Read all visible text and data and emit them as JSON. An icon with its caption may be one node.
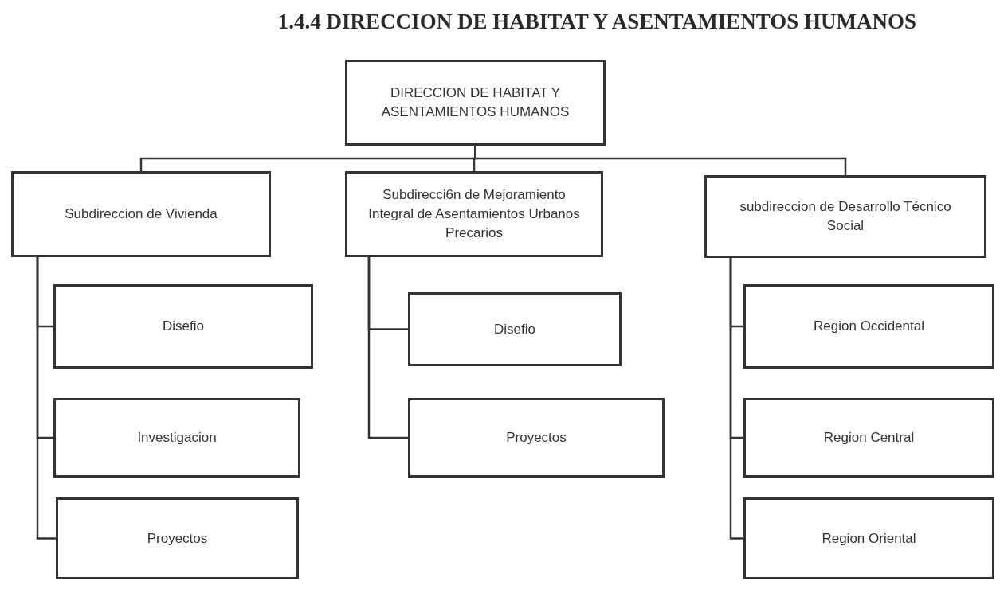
{
  "diagram": {
    "title": "1.4.4 DIRECCION DE HABITAT Y ASENTAMIENTOS HUMANOS",
    "nodes": [
      {
        "text": [
          "DIRECCION DE HABITAT Y ASENTAMIENTOS HUMANOS"
        ]
      },
      {
        "text": [
          "Subdireccion de Vivienda"
        ]
      },
      {
        "text": [
          "Subdirecci6n de Mejoramiento Integral de Asentamientos Urbanos Precarios"
        ]
      },
      {
        "text": [
          "subdireccion de Desarrollo Técnico Social"
        ]
      },
      {
        "text": [
          "Disefio"
        ]
      },
      {
        "text": [
          "Investigacion"
        ]
      },
      {
        "text": [
          "Proyectos"
        ]
      },
      {
        "text": [
          "Disefio"
        ]
      },
      {
        "text": [
          "Proyectos"
        ]
      },
      {
        "text": [
          "Region Occidental"
        ]
      },
      {
        "text": [
          "Region Central"
        ]
      },
      {
        "text": [
          "Region Oriental"
        ]
      }
    ],
    "edges": [
      {
        "from": 0,
        "to": 1,
        "arrow": "none"
      },
      {
        "from": 0,
        "to": 2,
        "arrow": "none"
      },
      {
        "from": 0,
        "to": 3,
        "arrow": "none"
      },
      {
        "from": 1,
        "to": 4,
        "arrow": "none"
      },
      {
        "from": 1,
        "to": 5,
        "arrow": "none"
      },
      {
        "from": 1,
        "to": 6,
        "arrow": "none"
      },
      {
        "from": 2,
        "to": 7,
        "arrow": "none"
      },
      {
        "from": 2,
        "to": 8,
        "arrow": "none"
      },
      {
        "from": 3,
        "to": 9,
        "arrow": "none"
      },
      {
        "from": 3,
        "to": 10,
        "arrow": "none"
      },
      {
        "from": 3,
        "to": 11,
        "arrow": "none"
      }
    ]
  }
}
